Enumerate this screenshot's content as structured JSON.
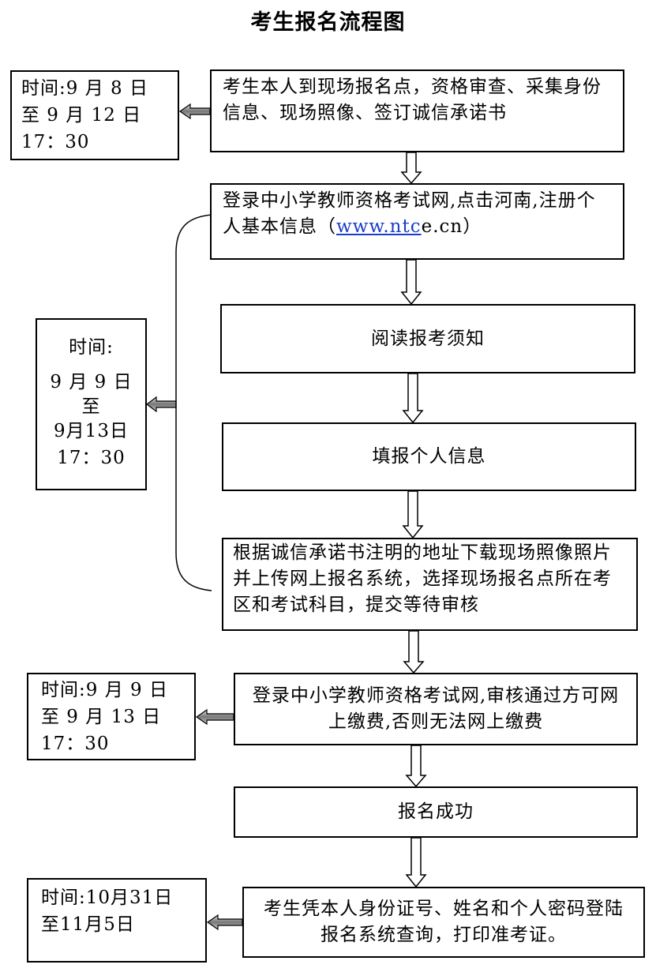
{
  "title": "考生报名流程图",
  "steps": [
    {
      "text": "考生本人到现场报名点，资格审查、采集身份信息、现场照像、签订诚信承诺书"
    },
    {
      "text_before": "登录中小学教师资格考试网,点击河南,注册个人基本信息（",
      "link": "www.ntc",
      "text_after": "e.cn）"
    },
    {
      "text": "阅读报考须知"
    },
    {
      "text": "填报个人信息"
    },
    {
      "text": "根据诚信承诺书注明的地址下载现场照像照片并上传网上报名系统，选择现场报名点所在考区和考试科目，提交等待审核"
    },
    {
      "text": "登录中小学教师资格考试网,审核通过方可网上缴费,否则无法网上缴费"
    },
    {
      "text": "报名成功"
    },
    {
      "text": "考生凭本人身份证号、姓名和个人密码登陆报名系统查询，打印准考证。"
    }
  ],
  "times": [
    {
      "lines": [
        "时间:9 月 8 日",
        "至 9 月 12 日",
        "17：30"
      ]
    },
    {
      "lines": [
        "时间:",
        "9 月 9 日",
        "至",
        "9月13日",
        "17：30"
      ]
    },
    {
      "lines": [
        "时间:9 月 9 日",
        "至 9 月 13 日",
        "17：30"
      ]
    },
    {
      "lines": [
        "时间:10月31日",
        "至11月5日"
      ]
    }
  ]
}
